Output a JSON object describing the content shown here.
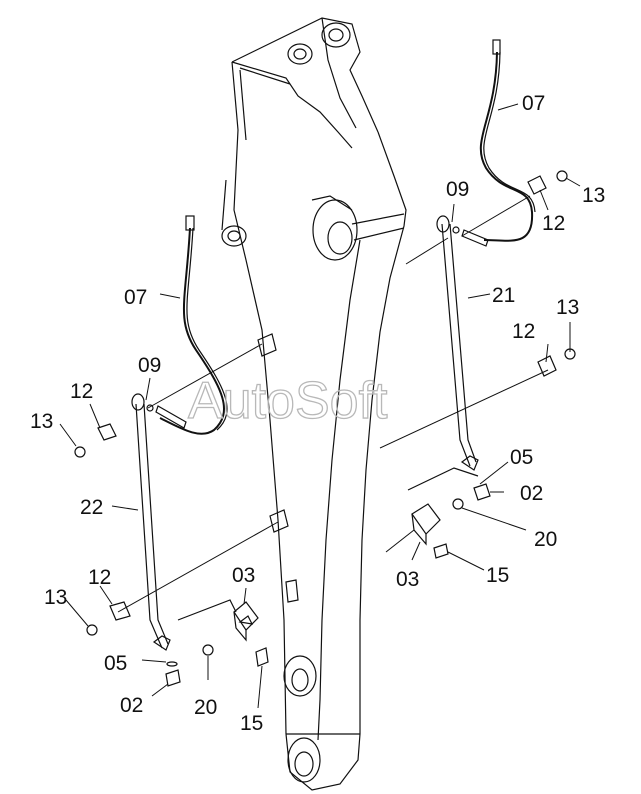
{
  "watermark": "AutoSoft",
  "callouts": {
    "c07_upper": "07",
    "c07_left": "07",
    "c09_right": "09",
    "c09_left": "09",
    "c13_top_right": "13",
    "c12_top_right": "12",
    "c21": "21",
    "c13_mid_right": "13",
    "c12_mid_right": "12",
    "c12_left_upper": "12",
    "c13_left_upper": "13",
    "c22": "22",
    "c05_right": "05",
    "c02_right": "02",
    "c20_right": "20",
    "c03_right": "03",
    "c15_right": "15",
    "c12_left_lower": "12",
    "c13_left_lower": "13",
    "c03_lower": "03",
    "c05_left": "05",
    "c02_left": "02",
    "c20_lower": "20",
    "c15_lower": "15"
  }
}
